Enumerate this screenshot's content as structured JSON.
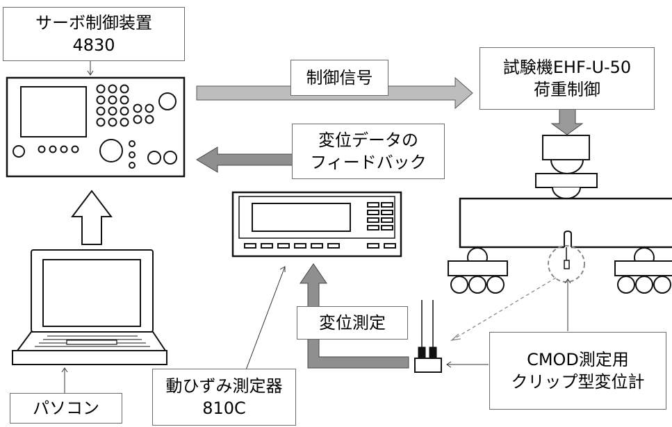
{
  "labels": {
    "servo_line1": "サーボ制御装置",
    "servo_line2": "4830",
    "signal": "制御信号",
    "tester_line1": "試験機EHF-U-50",
    "tester_line2": "荷重制御",
    "feedback_line1": "変位データの",
    "feedback_line2": "フィードバック",
    "measure": "変位測定",
    "strain_line1": "動ひずみ測定器",
    "strain_line2": "810C",
    "pc": "パソコン",
    "cmod_line1": "CMOD測定用",
    "cmod_line2": "クリップ型変位計"
  },
  "colors": {
    "arrow_fill": "#bdbdbd",
    "arrow_dark": "#8f8f8f",
    "outline": "#111111",
    "box_border": "#6a6a6a"
  }
}
